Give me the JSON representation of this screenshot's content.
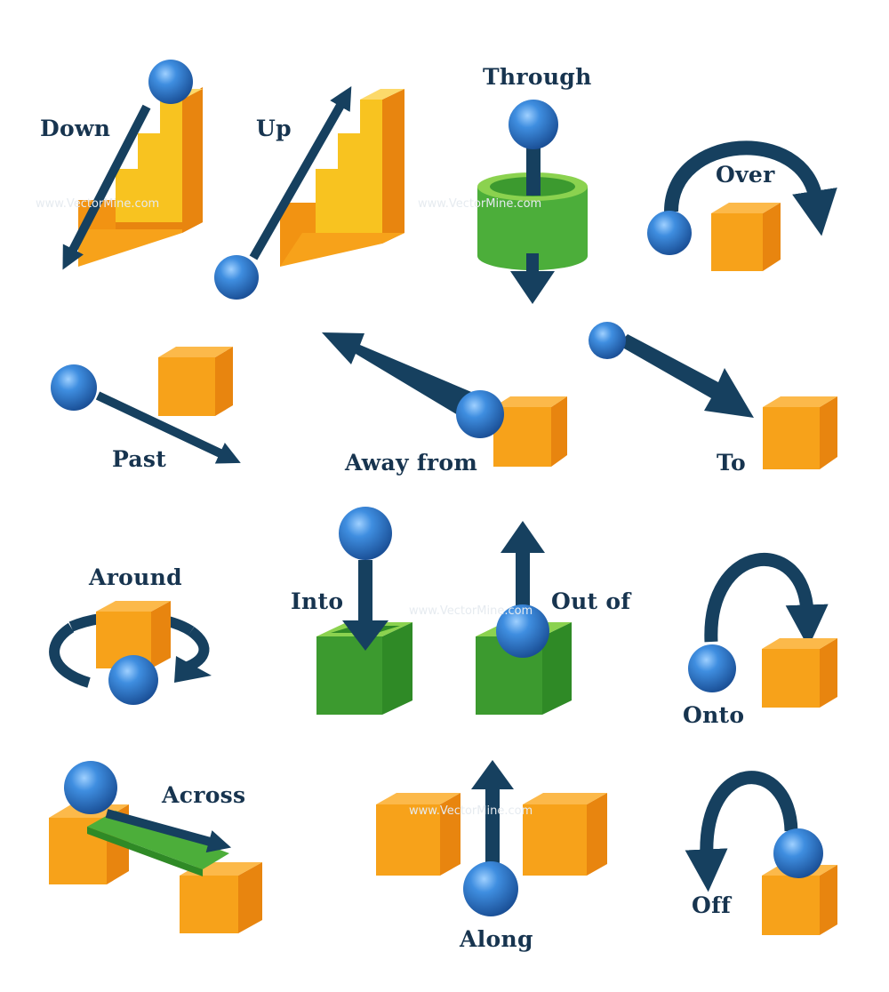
{
  "labels": {
    "down": "Down",
    "up": "Up",
    "through": "Through",
    "over": "Over",
    "past": "Past",
    "away_from": "Away from",
    "to": "To",
    "around": "Around",
    "into": "Into",
    "out_of": "Out of",
    "onto": "Onto",
    "across": "Across",
    "along": "Along",
    "off": "Off"
  },
  "watermark": "www.VectorMine.com",
  "colors": {
    "navy": "#16405f",
    "ball": "#2f7fd0",
    "orange": "#f7a21a",
    "yellow": "#f8c320",
    "green": "#4cae3a"
  }
}
